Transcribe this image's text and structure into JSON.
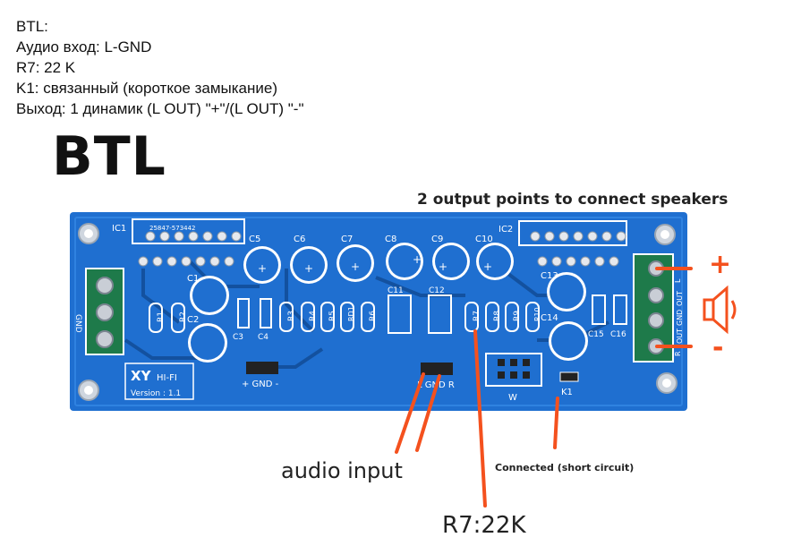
{
  "info": {
    "line1": "BTL:",
    "line2": "Аудио вход: L-GND",
    "line3": "R7: 22 K",
    "line4": "K1: связанный (короткое замыкание)",
    "line5": "Выход: 1 динамик (L OUT) \"+\"/(L OUT) \"-\""
  },
  "heading": "BTL",
  "captions": {
    "speakers": "2 output points to connect speakers",
    "audio_input": "audio input",
    "short_circuit": "Connected (short circuit)",
    "r7": "R7:22K"
  },
  "board": {
    "ic1": "IC1",
    "ic1_part": "25847-573442",
    "ic2": "IC2",
    "capacitors_top": [
      "C5",
      "C6",
      "C7",
      "C8",
      "C9",
      "C10"
    ],
    "c1": "C1",
    "c2": "C2",
    "c3": "C3",
    "c4": "C4",
    "c11": "C11",
    "c12": "C12",
    "c13": "C13",
    "c14": "C14",
    "c15": "C15",
    "c16": "C16",
    "resistors": [
      "R1",
      "R2",
      "R3",
      "R4",
      "R5",
      "RD1",
      "R6",
      "R7",
      "R8",
      "R9",
      "R10"
    ],
    "gnd_left": "GND",
    "power_pins": "+ GND -",
    "input_pins": "L GND R",
    "w_label": "W",
    "k1": "K1",
    "logo": "XY",
    "hifi": "HI-FI",
    "version": "Version : 1.1",
    "out_labels": [
      "L",
      "OUT",
      "GND",
      "OUT",
      "R"
    ],
    "plus_sign": "+",
    "minus_sign": "-"
  },
  "colors": {
    "pcb": "#1f6fd0",
    "pcb_dark": "#13519f",
    "arrow": "#f4511e",
    "silk": "#ffffff"
  }
}
